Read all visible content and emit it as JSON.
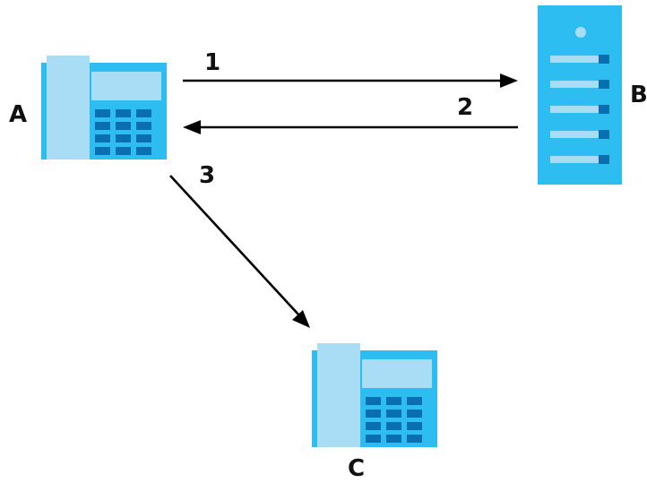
{
  "colors": {
    "device_primary": "#2dbdf0",
    "device_light": "#a9dcf5",
    "device_dark": "#0a6fb0",
    "arrow": "#000000",
    "label": "#111111",
    "background": "#ffffff"
  },
  "nodes": {
    "a": {
      "label": "A",
      "icon": "desk-phone-icon"
    },
    "b": {
      "label": "B",
      "icon": "server-icon"
    },
    "c": {
      "label": "C",
      "icon": "desk-phone-icon"
    }
  },
  "steps": [
    {
      "label": "1",
      "from": "A",
      "to": "B"
    },
    {
      "label": "2",
      "from": "B",
      "to": "A"
    },
    {
      "label": "3",
      "from": "A",
      "to": "C"
    }
  ]
}
